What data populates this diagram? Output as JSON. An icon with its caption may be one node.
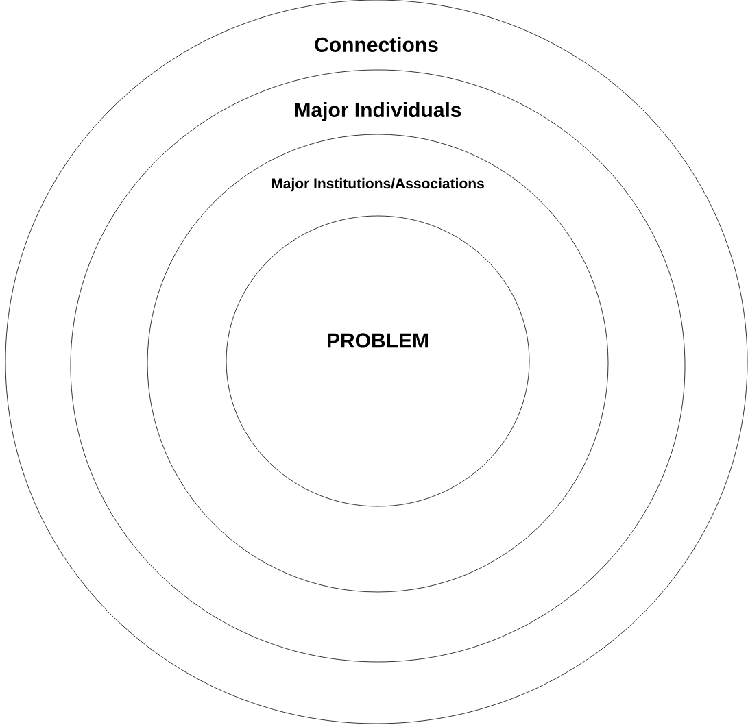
{
  "diagram": {
    "nodes": [
      {
        "text": [
          "Connections"
        ]
      },
      {
        "text": [
          "Major Individuals"
        ],
        "in": 0
      },
      {
        "text": [
          "Major Institutions/Associations"
        ],
        "in": 1
      },
      {
        "text": [
          "PROBLEM"
        ],
        "in": 2
      }
    ]
  }
}
